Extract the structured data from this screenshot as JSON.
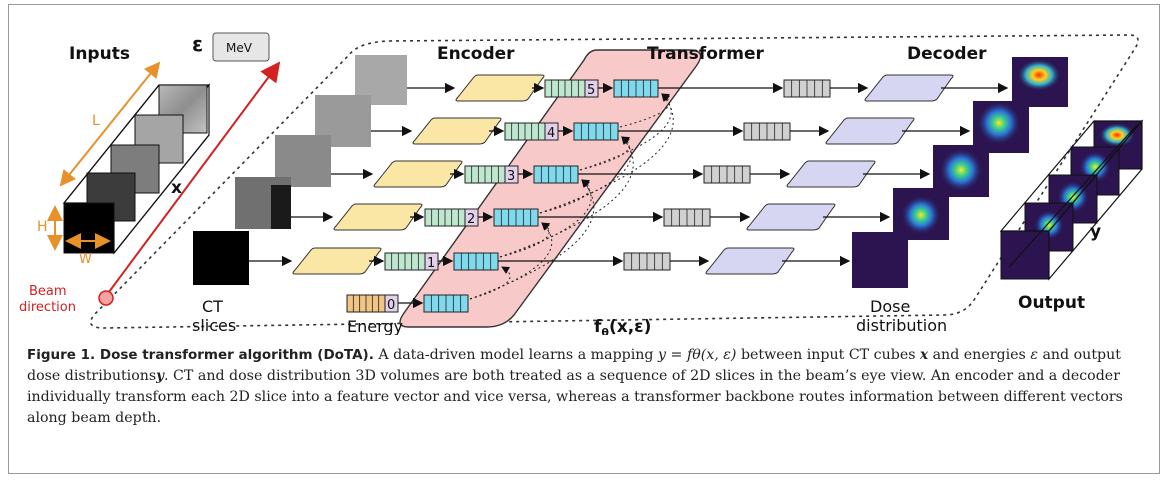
{
  "figure": {
    "labels": {
      "inputs": "Inputs",
      "energy_symbol": "ε",
      "energy_unit": "MeV",
      "dim_l": "L",
      "dim_h": "H",
      "dim_w": "W",
      "input_var": "x",
      "beam_direction_line1": "Beam",
      "beam_direction_line2": "direction",
      "ct_slices_line1": "CT",
      "ct_slices_line2": "slices",
      "energy_token": "Energy",
      "encoder": "Encoder",
      "transformer": "Transformer",
      "decoder": "Decoder",
      "function": "f",
      "function_sub": "θ",
      "function_args": "(x,ε)",
      "dose_line1": "Dose",
      "dose_line2": "distribution",
      "output": "Output",
      "output_var": "y"
    },
    "token_indices": [
      "0",
      "1",
      "2",
      "3",
      "4",
      "5"
    ],
    "colors": {
      "encoder_fill": "#fbe7a5",
      "decoder_fill": "#d6d6f2",
      "transformer_fill": "#f8c9c9",
      "token_green": "#bfe6cf",
      "token_cyan": "#80d9ec",
      "token_gray": "#d0d0d0",
      "token_orange": "#f2c483",
      "index_box": "#e3d1ec",
      "beam_red": "#d42020",
      "dim_orange": "#e8902a",
      "dose_background": "#2b1450"
    }
  },
  "caption": {
    "title": "Figure 1. Dose transformer algorithm (DoTA).",
    "text1": "A data-driven model learns a mapping",
    "equation": "y = fθ(x, ε)",
    "text2": "between input CT cubes",
    "x": "x",
    "text3": "and energies",
    "eps": "ε",
    "text4": "and output dose distributions",
    "y": "y",
    "text5": ". CT and dose distribution 3D volumes are both treated as a sequence of 2D slices in the beam’s eye view. An encoder and a decoder individually transform each 2D slice into a feature vector and vice versa, whereas a transformer backbone routes information between different vectors along beam depth."
  }
}
